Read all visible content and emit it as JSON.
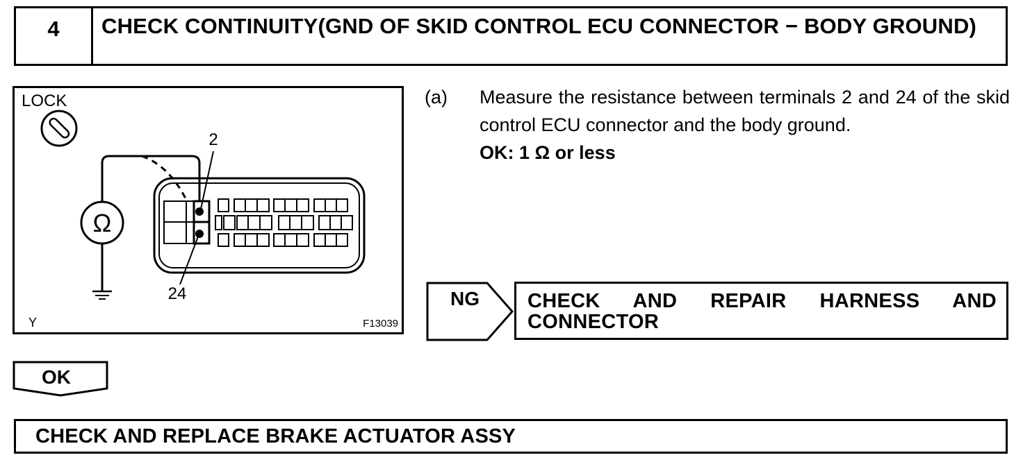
{
  "step": {
    "number": "4",
    "title": "CHECK CONTINUITY(GND OF SKID CONTROL ECU CONNECTOR − BODY GROUND)"
  },
  "figure": {
    "lock_label": "LOCK",
    "ohm_symbol": "Ω",
    "terminal_top": "2",
    "terminal_bottom": "24",
    "corner_code": "Y",
    "figure_id": "F13039"
  },
  "instruction": {
    "label": "(a)",
    "text": "Measure the resistance between terminals 2 and 24 of the skid control ECU connector and the body ground.",
    "spec": "OK: 1 Ω or less"
  },
  "ng_branch": {
    "label": "NG",
    "action": "CHECK AND REPAIR HARNESS AND CONNECTOR"
  },
  "ok_branch": {
    "label": "OK"
  },
  "final_step": {
    "text": "CHECK AND REPLACE BRAKE ACTUATOR ASSY"
  }
}
